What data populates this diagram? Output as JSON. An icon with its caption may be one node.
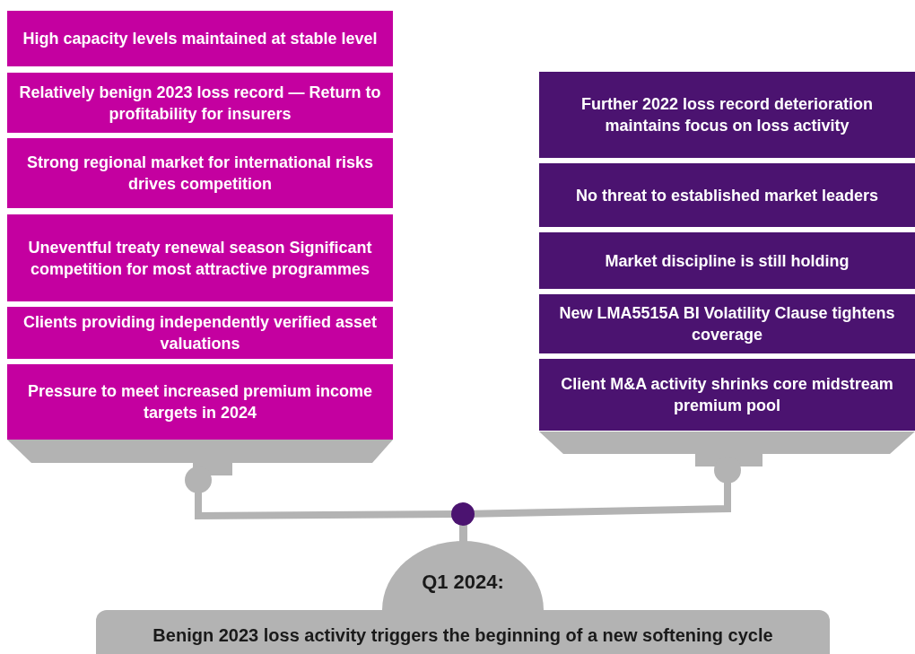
{
  "diagram": {
    "nodes": [
      {
        "text": [
          "High capacity levels maintained at stable level"
        ]
      },
      {
        "text": [
          "Relatively benign 2023 loss record — Return to profitability for insurers"
        ]
      },
      {
        "text": [
          "Strong regional market for international risks drives competition"
        ]
      },
      {
        "text": [
          "Uneventful treaty renewal season Significant competition for most attractive programmes"
        ]
      },
      {
        "text": [
          "Clients providing independently verified asset valuations"
        ]
      },
      {
        "text": [
          "Pressure to meet increased premium income targets in 2024"
        ]
      },
      {
        "text": [
          "Further 2022 loss record deterioration maintains focus on loss activity"
        ]
      },
      {
        "text": [
          "No threat to established market leaders"
        ]
      },
      {
        "text": [
          "Market discipline is still holding"
        ]
      },
      {
        "text": [
          "New LMA5515A BI Volatility Clause tightens coverage"
        ]
      },
      {
        "text": [
          "Client M&A activity shrinks core midstream premium pool"
        ]
      },
      {
        "text": [
          "Q1 2024:"
        ]
      },
      {
        "text": [
          "Benign 2023 loss activity triggers the beginning of a new softening cycle"
        ]
      }
    ],
    "edges": []
  }
}
